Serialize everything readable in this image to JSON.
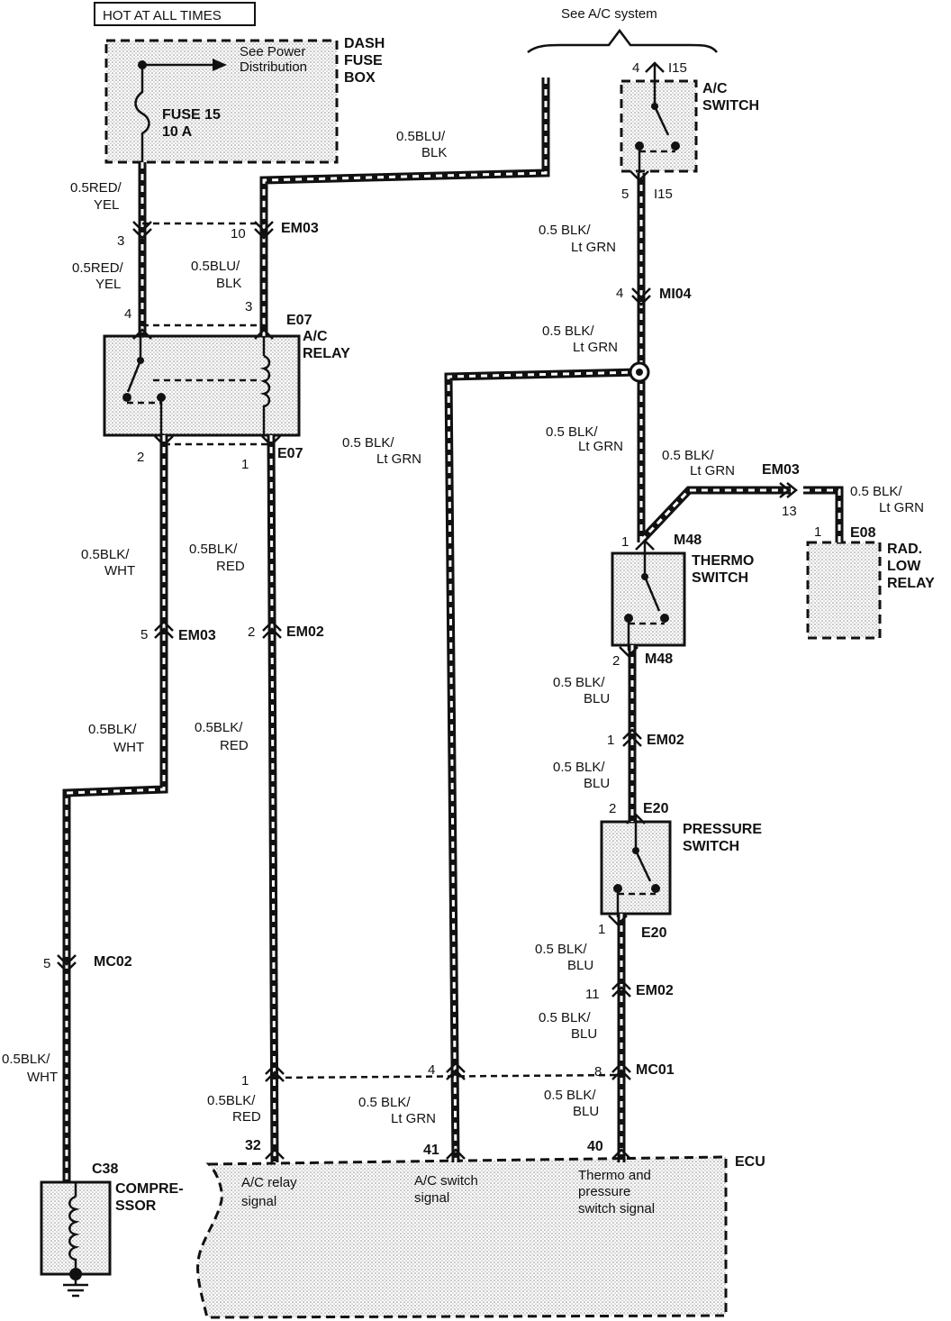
{
  "hot_label": "HOT AT ALL TIMES",
  "dash_fuse_box": {
    "name": [
      "DASH",
      "FUSE",
      "BOX"
    ],
    "see_power": [
      "See Power",
      "Distribution"
    ],
    "fuse": [
      "FUSE 15",
      "10 A"
    ]
  },
  "see_ac": "See A/C system",
  "ac_switch": {
    "name": [
      "A/C",
      "SWITCH"
    ],
    "top_pin": "4",
    "top_conn": "I15",
    "bot_pin": "5",
    "bot_conn": "I15"
  },
  "ac_relay": {
    "name": [
      "A/C",
      "RELAY"
    ],
    "conn_top": "E07",
    "conn_bot": "E07",
    "pins": [
      "4",
      "3",
      "2",
      "1"
    ]
  },
  "thermo_switch": {
    "name": [
      "THERMO",
      "SWITCH"
    ],
    "top_pin": "1",
    "top_conn": "M48",
    "bot_pin": "2",
    "bot_conn": "M48"
  },
  "rad_low_relay": {
    "name": [
      "RAD.",
      "LOW",
      "RELAY"
    ],
    "pin": "1",
    "conn": "E08"
  },
  "pressure_switch": {
    "name": [
      "PRESSURE",
      "SWITCH"
    ],
    "top_pin": "2",
    "top_conn": "E20",
    "bot_pin": "1",
    "bot_conn": "E20"
  },
  "compressor": {
    "name": [
      "COMPRE-",
      "SSOR"
    ],
    "conn": "C38"
  },
  "ecu": {
    "name": "ECU",
    "pins": [
      "32",
      "41",
      "40"
    ],
    "signals": [
      [
        "A/C relay",
        "signal"
      ],
      [
        "A/C switch",
        "signal"
      ],
      [
        "Thermo and",
        "pressure",
        "switch signal"
      ]
    ]
  },
  "connectors": [
    {
      "pin": "3",
      "name": ""
    },
    {
      "pin": "10",
      "name": "EM03"
    },
    {
      "pin": "4",
      "name": "MI04"
    },
    {
      "pin": "5",
      "name": "EM03"
    },
    {
      "pin": "2",
      "name": "EM02"
    },
    {
      "pin": "13",
      "name": "EM03"
    },
    {
      "pin": "1",
      "name": "EM02"
    },
    {
      "pin": "11",
      "name": "EM02"
    },
    {
      "pin": "5",
      "name": "MC02"
    },
    {
      "pin": "1",
      "name": ""
    },
    {
      "pin": "4",
      "name": ""
    },
    {
      "pin": "8",
      "name": "MC01"
    }
  ],
  "wires": {
    "red_yel_1": [
      "0.5RED/",
      "YEL"
    ],
    "red_yel_2": [
      "0.5RED/",
      "YEL"
    ],
    "blu_blk_top": [
      "0.5BLU/",
      "BLK"
    ],
    "blu_blk_2": [
      "0.5BLU/",
      "BLK"
    ],
    "blk_ltgrn_1": [
      "0.5 BLK/",
      "Lt GRN"
    ],
    "blk_ltgrn_2": [
      "0.5 BLK/",
      "Lt GRN"
    ],
    "blk_ltgrn_3": [
      "0.5 BLK/",
      "Lt GRN"
    ],
    "blk_ltgrn_4": [
      "0.5 BLK/",
      "Lt GRN"
    ],
    "blk_ltgrn_5": [
      "0.5 BLK/",
      "Lt GRN"
    ],
    "blk_ltgrn_6": [
      "0.5 BLK/",
      "Lt GRN"
    ],
    "blk_ltgrn_7": [
      "0.5 BLK/",
      "Lt GRN"
    ],
    "blk_wht_1": [
      "0.5BLK/",
      "WHT"
    ],
    "blk_wht_2": [
      "0.5BLK/",
      "WHT"
    ],
    "blk_wht_3": [
      "0.5BLK/",
      "WHT"
    ],
    "blk_red_1": [
      "0.5BLK/",
      "RED"
    ],
    "blk_red_2": [
      "0.5BLK/",
      "RED"
    ],
    "blk_red_3": [
      "0.5BLK/",
      "RED"
    ],
    "blk_blu_1": [
      "0.5 BLK/",
      "BLU"
    ],
    "blk_blu_2": [
      "0.5 BLK/",
      "BLU"
    ],
    "blk_blu_3": [
      "0.5 BLK/",
      "BLU"
    ],
    "blk_blu_4": [
      "0.5 BLK/",
      "BLU"
    ],
    "blk_blu_5": [
      "0.5 BLK/",
      "BLU"
    ]
  }
}
